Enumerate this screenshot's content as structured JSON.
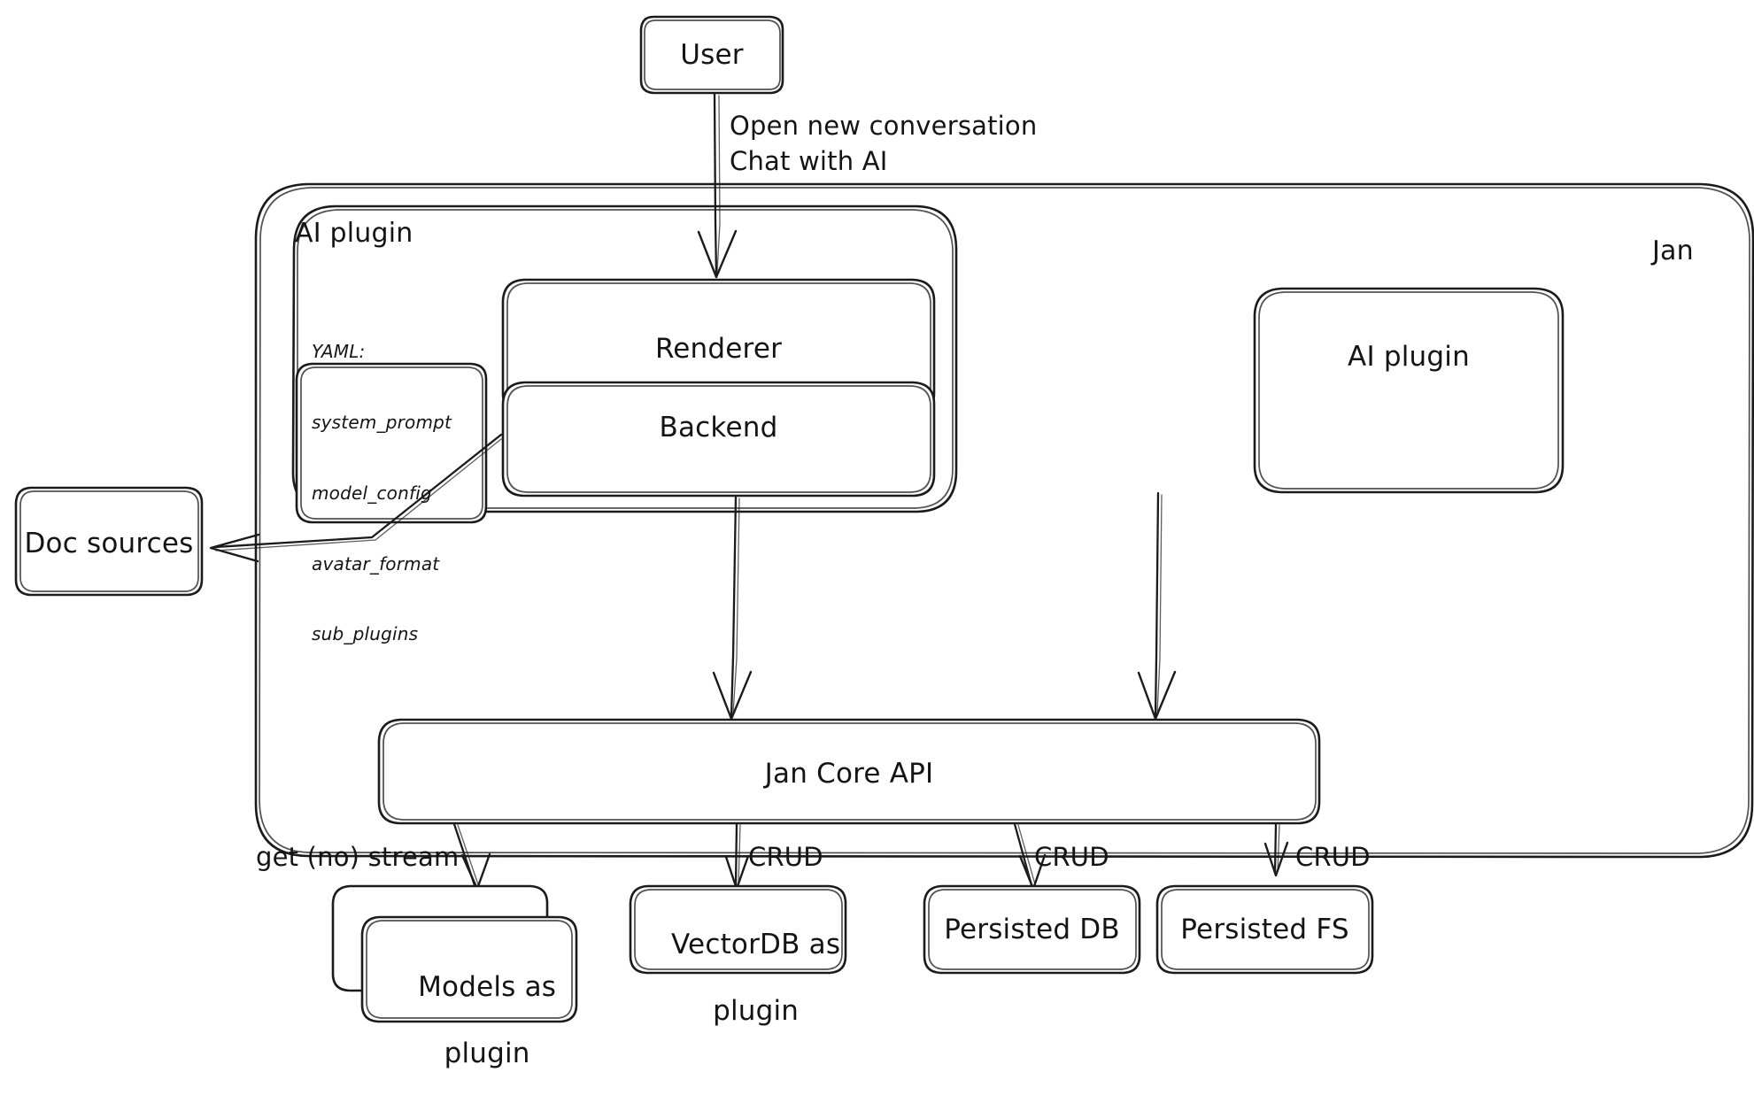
{
  "diagram": {
    "title": "Jan architecture",
    "style": "hand-drawn excalidraw",
    "background_color": "#ffffff",
    "stroke_color": "#1b1b1b"
  },
  "containers": {
    "jan": {
      "label": "Jan"
    },
    "ai_plugin_group": {
      "label": "AI plugin"
    }
  },
  "nodes": {
    "user": {
      "label": "User"
    },
    "renderer": {
      "label": "Renderer"
    },
    "backend": {
      "label": "Backend"
    },
    "doc_sources": {
      "label": "Doc sources"
    },
    "ai_plugin": {
      "label": "AI plugin"
    },
    "jan_core_api": {
      "label": "Jan Core API"
    },
    "models_as_plugin": {
      "line1": "Models as",
      "line2": "plugin"
    },
    "vectordb_as_plugin": {
      "line1": "VectorDB as",
      "line2": "plugin"
    },
    "persisted_db": {
      "label": "Persisted DB"
    },
    "persisted_fs": {
      "label": "Persisted FS"
    }
  },
  "yaml_note": {
    "heading": "YAML:",
    "keys": [
      "system_prompt",
      "model_config",
      "avatar_format",
      "sub_plugins"
    ]
  },
  "edge_labels": {
    "user_to_renderer_line1": "Open new conversation",
    "user_to_renderer_line2": "Chat with AI",
    "core_to_models": "get (no) stream",
    "core_to_vectordb": "CRUD",
    "core_to_persisted_db": "CRUD",
    "core_to_persisted_fs": "CRUD"
  }
}
